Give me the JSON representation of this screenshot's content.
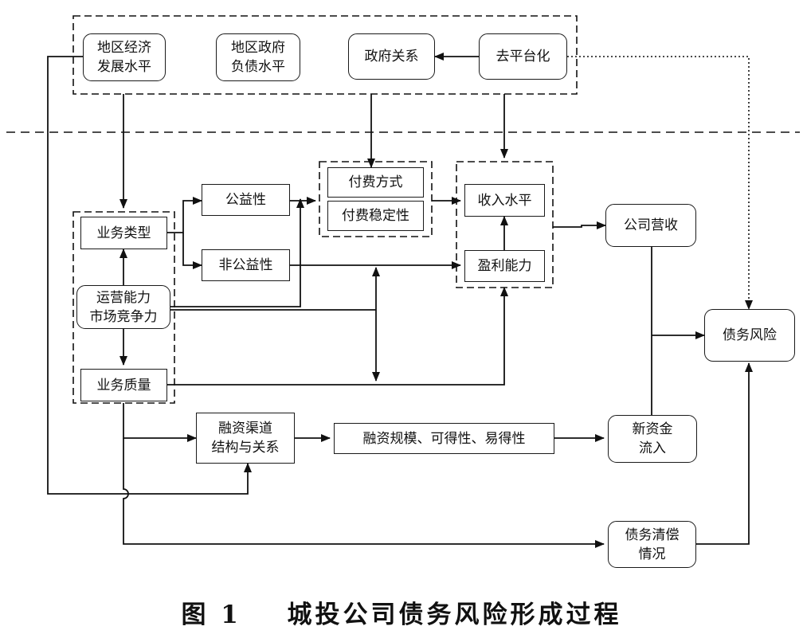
{
  "figure": {
    "caption_label": "图 1",
    "caption_title": "城投公司债务风险形成过程"
  },
  "nodes": {
    "regional_economy": "地区经济\n发展水平",
    "regional_debt": "地区政府\n负债水平",
    "gov_relation": "政府关系",
    "de_platform": "去平台化",
    "public_welfare": "公益性",
    "payment_method": "付费方式",
    "payment_stability": "付费稳定性",
    "income_level": "收入水平",
    "business_type": "业务类型",
    "non_public_welfare": "非公益性",
    "profitability": "盈利能力",
    "company_revenue": "公司营收",
    "operating_capacity": "运营能力\n市场竞争力",
    "debt_risk": "债务风险",
    "business_quality": "业务质量",
    "financing_channel": "融资渠道\n结构与关系",
    "financing_scale": "融资规模、可得性、易得性",
    "new_funds": "新资金\n流入",
    "debt_repayment": "债务清偿\n情况"
  }
}
